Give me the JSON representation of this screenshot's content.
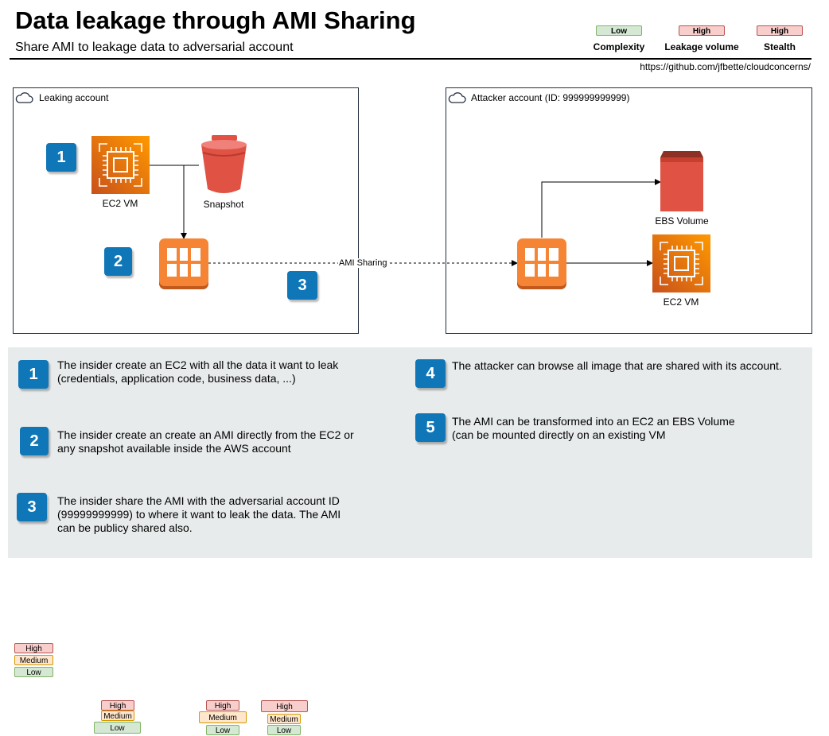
{
  "header": {
    "title": "Data leakage through AMI Sharing",
    "subtitle": "Share AMI to leakage data to adversarial account",
    "url": "https://github.com/jfbette/cloudconcerns/"
  },
  "ratings": [
    {
      "value": "Low",
      "label": "Complexity",
      "level": "low"
    },
    {
      "value": "High",
      "label": "Leakage volume",
      "level": "high"
    },
    {
      "value": "High",
      "label": "Stealth",
      "level": "high"
    }
  ],
  "diagram": {
    "leaking_account": {
      "label": "Leaking account",
      "ec2_label": "EC2 VM",
      "snapshot_label": "Snapshot"
    },
    "attacker_account": {
      "label": "Attacker account (ID: 999999999999)",
      "ebs_label": "EBS Volume",
      "ec2_label": "EC2 VM"
    },
    "edge_label": "AMI Sharing",
    "markers": [
      "1",
      "2",
      "3"
    ]
  },
  "steps": [
    {
      "number": "1",
      "line1": "The insider create an EC2 with all the data it want to leak",
      "line2": "(credentials, application code, business data, ...)",
      "line3": ""
    },
    {
      "number": "2",
      "line1": "The insider create an create an AMI directly from the EC2 or",
      "line2": "any snapshot available inside the AWS account",
      "line3": ""
    },
    {
      "number": "3",
      "line1": "The insider share the AMI with the adversarial account ID",
      "line2": "(99999999999) to where it want to leak the data. The AMI",
      "line3": "can be publicy shared also."
    },
    {
      "number": "4",
      "line1": "The attacker can browse all image that are shared with its account.",
      "line2": "",
      "line3": ""
    },
    {
      "number": "5",
      "line1": "The AMI can be transformed into an EC2 an EBS Volume",
      "line2": "(can be mounted directly on an existing VM",
      "line3": ""
    }
  ],
  "legend_swatches": {
    "high": "High",
    "medium": "Medium",
    "low": "Low"
  },
  "colors": {
    "marker_blue": "#0f77b8",
    "ec2_orange": "#ed7100",
    "ami_orange": "#f58534",
    "storage_red": "#e05243",
    "panel_gray": "#e8ebec",
    "low_fill": "#d5e8d4",
    "high_fill": "#f8cecc",
    "medium_fill": "#ffe6cc"
  },
  "icons": [
    "cloud-icon",
    "ec2-icon",
    "snapshot-bucket-icon",
    "ami-icon",
    "ebs-volume-icon"
  ]
}
